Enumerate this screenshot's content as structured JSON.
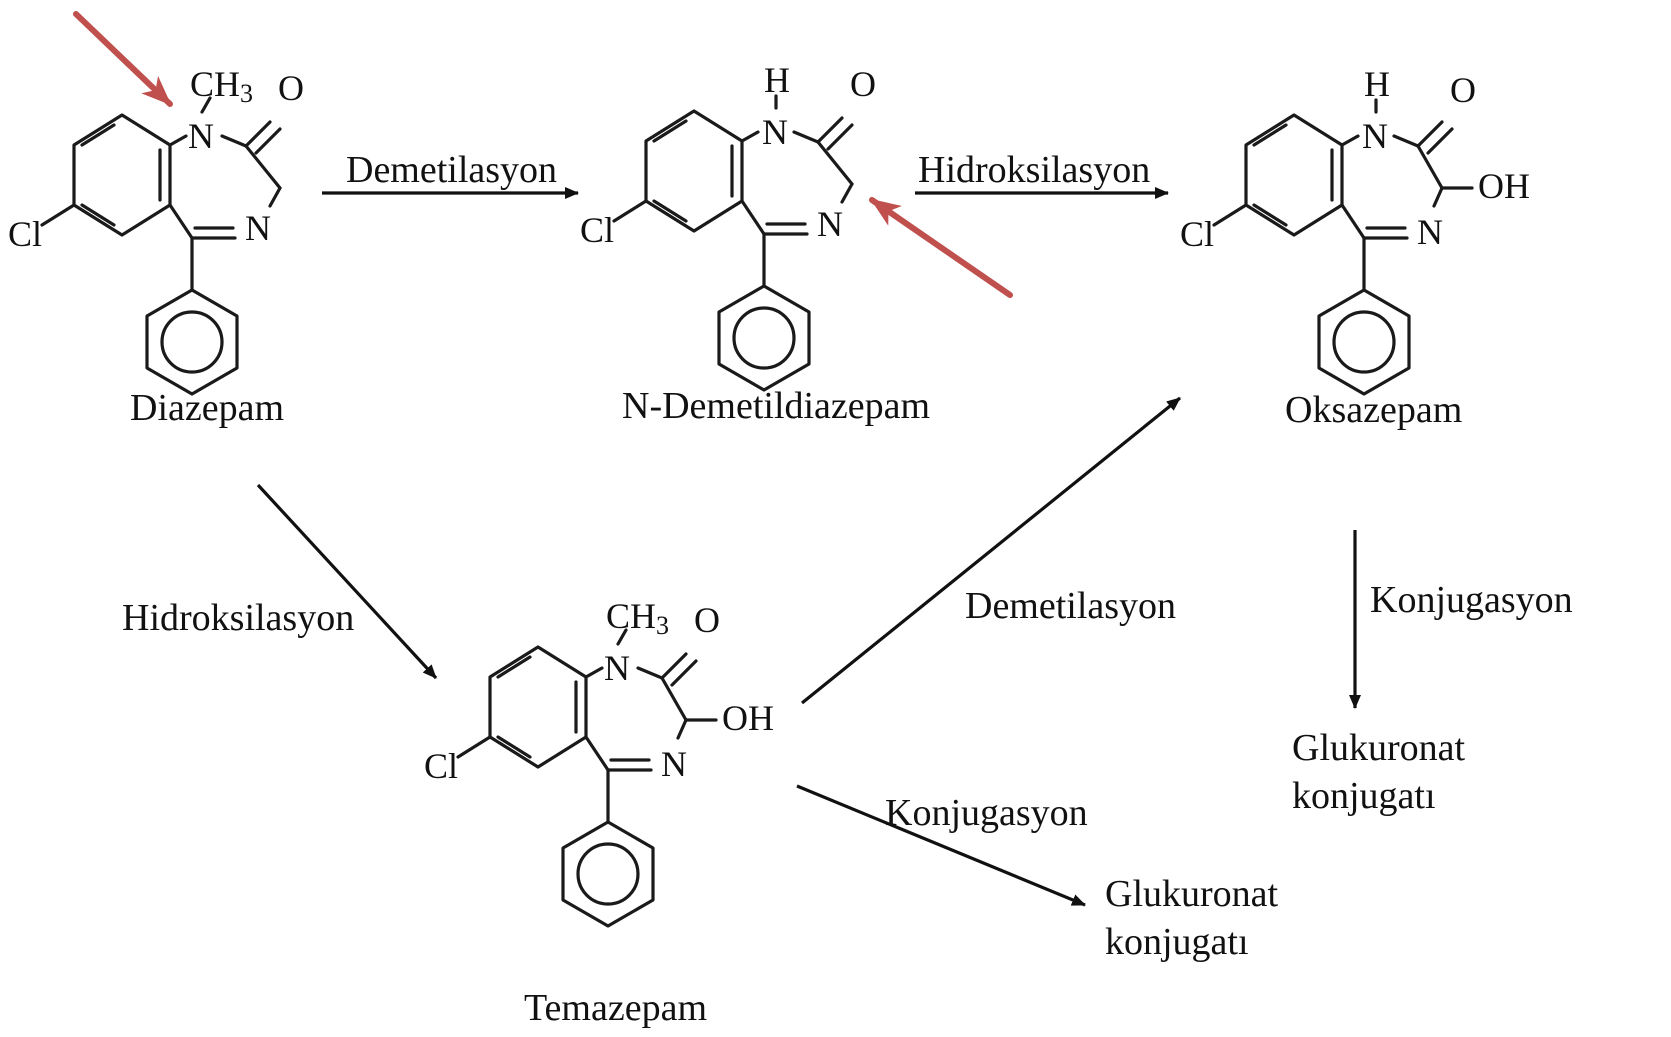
{
  "colors": {
    "ink": "#111111",
    "highlight_arrow": "#c0504d",
    "background": "#ffffff"
  },
  "atoms": {
    "chlorine": "Cl",
    "nitrogen": "N",
    "oxygen": "O",
    "hydrogen": "H",
    "hydroxyl": "OH",
    "methyl_c": "CH",
    "methyl_sub": "3"
  },
  "compounds": {
    "diazepam": "Diazepam",
    "n_demethyl": "N-Demetildiazepam",
    "oxazepam": "Oksazepam",
    "temazepam": "Temazepam"
  },
  "reactions": {
    "diazepam_to_ndemethyl": "Demetilasyon",
    "ndemethyl_to_oxazepam": "Hidroksilasyon",
    "diazepam_to_temazepam": "Hidroksilasyon",
    "temazepam_to_oxazepam": "Demetilasyon",
    "oxazepam_to_glucuronide": "Konjugasyon",
    "temazepam_to_glucuronide": "Konjugasyon"
  },
  "products": {
    "glucuronide_line1": "Glukuronat",
    "glucuronide_line2": "konjugatı"
  }
}
